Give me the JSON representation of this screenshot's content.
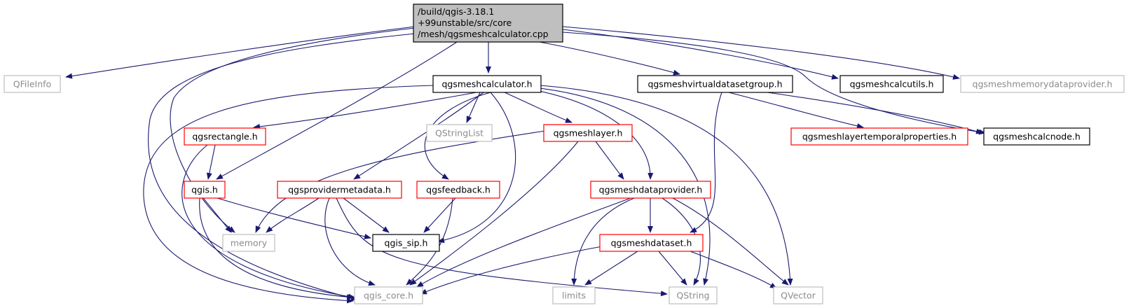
{
  "graph": {
    "root": {
      "label_lines": [
        "/build/qgis-3.18.1",
        "+99unstable/src/core",
        "/mesh/qgsmeshcalculator.cpp"
      ],
      "fill": "#bfbfbf",
      "border": "#000000"
    },
    "nodes": [
      {
        "id": "qfileinfo",
        "label": "QFileInfo",
        "style": "external"
      },
      {
        "id": "qgsmeshcalculator_h",
        "label": "qgsmeshcalculator.h",
        "style": "documented"
      },
      {
        "id": "qgsmeshvirtualdatasetgroup_h",
        "label": "qgsmeshvirtualdatasetgroup.h",
        "style": "documented"
      },
      {
        "id": "qgsmeshcalcutils_h",
        "label": "qgsmeshcalcutils.h",
        "style": "documented"
      },
      {
        "id": "qgsmeshmemorydataprovider_h",
        "label": "qgsmeshmemorydataprovider.h",
        "style": "external"
      },
      {
        "id": "qgsrectangle_h",
        "label": "qgsrectangle.h",
        "style": "truncated"
      },
      {
        "id": "qstringlist",
        "label": "QStringList",
        "style": "external"
      },
      {
        "id": "qgsmeshlayer_h",
        "label": "qgsmeshlayer.h",
        "style": "truncated"
      },
      {
        "id": "qgsmeshlayertemporalproperties_h",
        "label": "qgsmeshlayertemporalproperties.h",
        "style": "truncated"
      },
      {
        "id": "qgsmeshcalcnode_h",
        "label": "qgsmeshcalcnode.h",
        "style": "documented"
      },
      {
        "id": "qgis_h",
        "label": "qgis.h",
        "style": "truncated"
      },
      {
        "id": "qgsprovidermetadata_h",
        "label": "qgsprovidermetadata.h",
        "style": "truncated"
      },
      {
        "id": "qgsfeedback_h",
        "label": "qgsfeedback.h",
        "style": "truncated"
      },
      {
        "id": "qgsmeshdataprovider_h",
        "label": "qgsmeshdataprovider.h",
        "style": "truncated"
      },
      {
        "id": "memory",
        "label": "memory",
        "style": "external"
      },
      {
        "id": "qgis_sip_h",
        "label": "qgis_sip.h",
        "style": "documented"
      },
      {
        "id": "qgsmeshdataset_h",
        "label": "qgsmeshdataset.h",
        "style": "truncated"
      },
      {
        "id": "qgis_core_h",
        "label": "qgis_core.h",
        "style": "external"
      },
      {
        "id": "limits",
        "label": "limits",
        "style": "external"
      },
      {
        "id": "qstring",
        "label": "QString",
        "style": "external"
      },
      {
        "id": "qvector",
        "label": "QVector",
        "style": "external"
      }
    ],
    "styles": {
      "documented": {
        "border": "#000000",
        "text": "#000000"
      },
      "truncated": {
        "border": "#ff0000",
        "text": "#000000"
      },
      "external": {
        "border": "#bfbfbf",
        "text": "#8c8c8c"
      }
    },
    "edge_color": "#191970"
  }
}
